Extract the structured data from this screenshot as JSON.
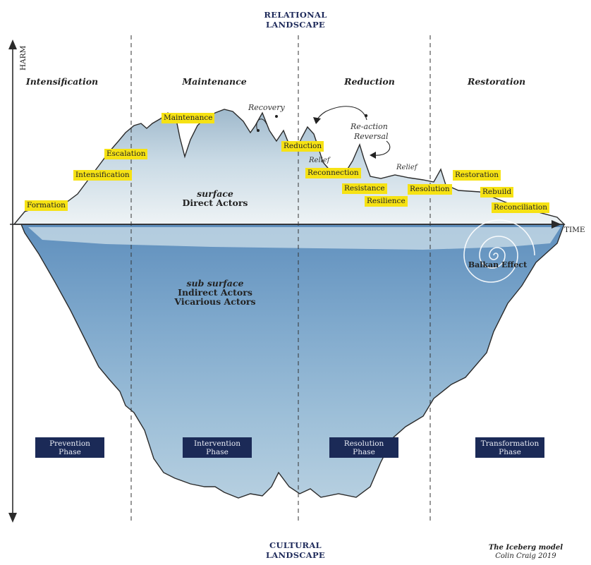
{
  "landscape": {
    "top": [
      "RELATIONAL",
      "LANDSCAPE"
    ],
    "bottom": [
      "CULTURAL",
      "LANDSCAPE"
    ]
  },
  "axes": {
    "y_label": "HARM",
    "x_label": "TIME"
  },
  "phases": [
    "Intensification",
    "Maintenance",
    "Reduction",
    "Restoration"
  ],
  "stage_tags": {
    "formation": "Formation",
    "intensification": "Intensification",
    "escalation": "Escalation",
    "maintenance": "Maintenance",
    "reduction": "Reduction",
    "reconnection": "Reconnection",
    "resistance": "Resistance",
    "resilience": "Resilience",
    "resolution": "Resolution",
    "restoration": "Restoration",
    "rebuild": "Rebuild",
    "reconciliation": "Reconciliation"
  },
  "notes": {
    "recovery": "Recovery",
    "reaction": "Re-action",
    "reversal": "Reversal",
    "relief_1": "Relief",
    "relief_2": "Relief"
  },
  "surface": {
    "label": "surface",
    "actors": "Direct Actors"
  },
  "sub_surface": {
    "label": "sub surface",
    "actors": [
      "Indirect Actors",
      "Vicarious Actors"
    ]
  },
  "balkan_effect": "Balkan Effect",
  "phase_boxes": [
    [
      "Prevention",
      "Phase"
    ],
    [
      "Intervention",
      "Phase"
    ],
    [
      "Resolution",
      "Phase"
    ],
    [
      "Transformation",
      "Phase"
    ]
  ],
  "credit": {
    "title": "The Iceberg model",
    "author": "Colin Craig 2019"
  },
  "colors": {
    "navy": "#1b2a57",
    "tag_yellow": "#f6e214",
    "ice_top": "#b9cfdd",
    "water": "#6f9cc4"
  }
}
